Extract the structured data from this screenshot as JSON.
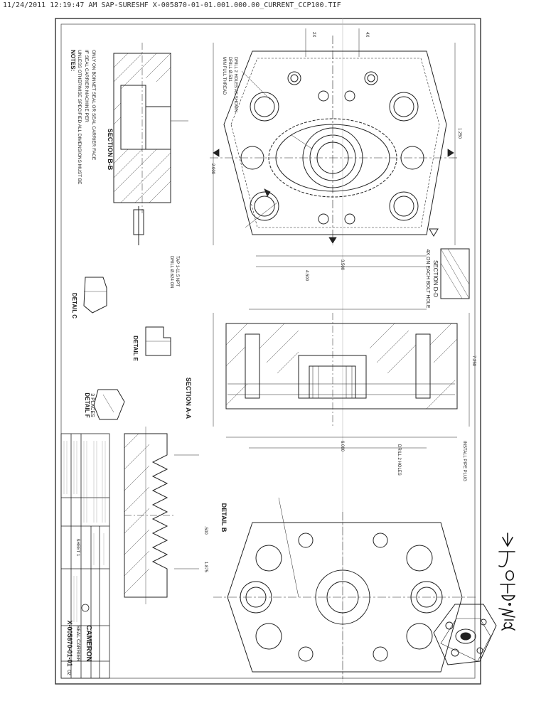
{
  "scan_header": "11/24/2011 12:19:47 AM SAP-SURESHF X-005870-01-01.001.000.00_CURRENT_CCP100.TIF",
  "notes": {
    "title": "NOTES:",
    "n1": "UNLESS OTHERWISE SPECIFIED ALL DIMENSIONS MUST BE",
    "n2": "IF SEAL CARRIER MACHINE PER",
    "n3": "ONLY ON BONNET SEAL OR SEAL CARRIER FACE"
  },
  "views": {
    "section_bb": "SECTION B-B",
    "section_aa": "SECTION A-A",
    "section_dd": "SECTION D-D",
    "section_dd_note": "4X ON EACH BOLT HOLE",
    "detail_b": "DETAIL B",
    "detail_c": "DETAIL C",
    "detail_e": "DETAIL E",
    "detail_f": "DETAIL F",
    "detail_f_sub": "3 PLACES"
  },
  "callouts": {
    "drill_1": "DRILL 2 HOLES AS SHOWN",
    "drill_2": "DRILL Ø.531",
    "drill_3": "MIN FULL THREAD",
    "drill_4": "DRILL Ø.624 ON",
    "drill_5": "DRILL 2 HOLES",
    "tap_1": "TAP 1-11.5 NPT",
    "tap_2": "INSTALL PIPE PLUG",
    "dim_1": "1.250",
    "dim_2": "2.000",
    "dim_3": "3.500",
    "dim_4": "4.500",
    "dim_5": "6.000",
    "dim_6": "7.250",
    "dim_7": "2X",
    "dim_8": "4X",
    "dim_9": ".500",
    "dim_10": "1.875"
  },
  "title_block": {
    "company": "CAMERON",
    "part_no": "X-005870-01-01",
    "description": "SEAL CARRIER",
    "rev": "02",
    "sheet": "SHEET 1"
  },
  "signature": "John. Wilson"
}
